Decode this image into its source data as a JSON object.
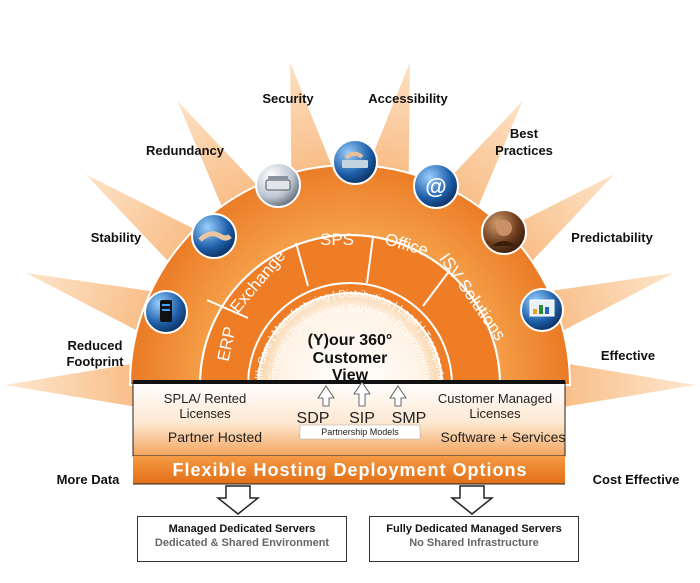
{
  "benefits": {
    "security": "Security",
    "accessibility": "Accessibility",
    "redundancy": "Redundancy",
    "best_practices_1": "Best",
    "best_practices_2": "Practices",
    "stability": "Stability",
    "predictability": "Predictability",
    "reduced_footprint_1": "Reduced",
    "reduced_footprint_2": "Footprint",
    "effective": "Effective",
    "more_data": "More Data",
    "cost_effective": "Cost Effective"
  },
  "outer_ring": {
    "erp": "ERP",
    "exchange": "Exchange",
    "sps": "SPS",
    "office": "Office",
    "isv": "ISV Solutions"
  },
  "industries": {
    "line1": "Health Care | Manufacturing | Distribution | Legal | Transportation",
    "line2": "Financial | Professional Services | Environmental"
  },
  "center": {
    "line1": "(Y)our 360°",
    "line2": "Customer",
    "line3": "View"
  },
  "band": {
    "spla_1": "SPLA/ Rented",
    "spla_2": "Licenses",
    "customer_managed_1": "Customer Managed",
    "customer_managed_2": "Licenses",
    "sdp": "SDP",
    "sip": "SIP",
    "smp": "SMP",
    "partnership_models": "Partnership Models",
    "partner_hosted": "Partner Hosted",
    "software_services": "Software + Services",
    "flexible": "Flexible Hosting Deployment Options"
  },
  "boxes": {
    "managed_title": "Managed Dedicated Servers",
    "managed_sub": "Dedicated & Shared Environment",
    "fully_title": "Fully Dedicated Managed Servers",
    "fully_sub": "No Shared Infrastructure"
  },
  "colors": {
    "orange": "#f07a1e",
    "orange_light": "#f9b46a",
    "ray": "#f7b77a"
  },
  "icons": [
    "server-icon",
    "handshake-icon",
    "scanner-icon",
    "keyboard-hand-icon",
    "at-sign-icon",
    "person-phone-icon",
    "monitor-chart-icon"
  ]
}
